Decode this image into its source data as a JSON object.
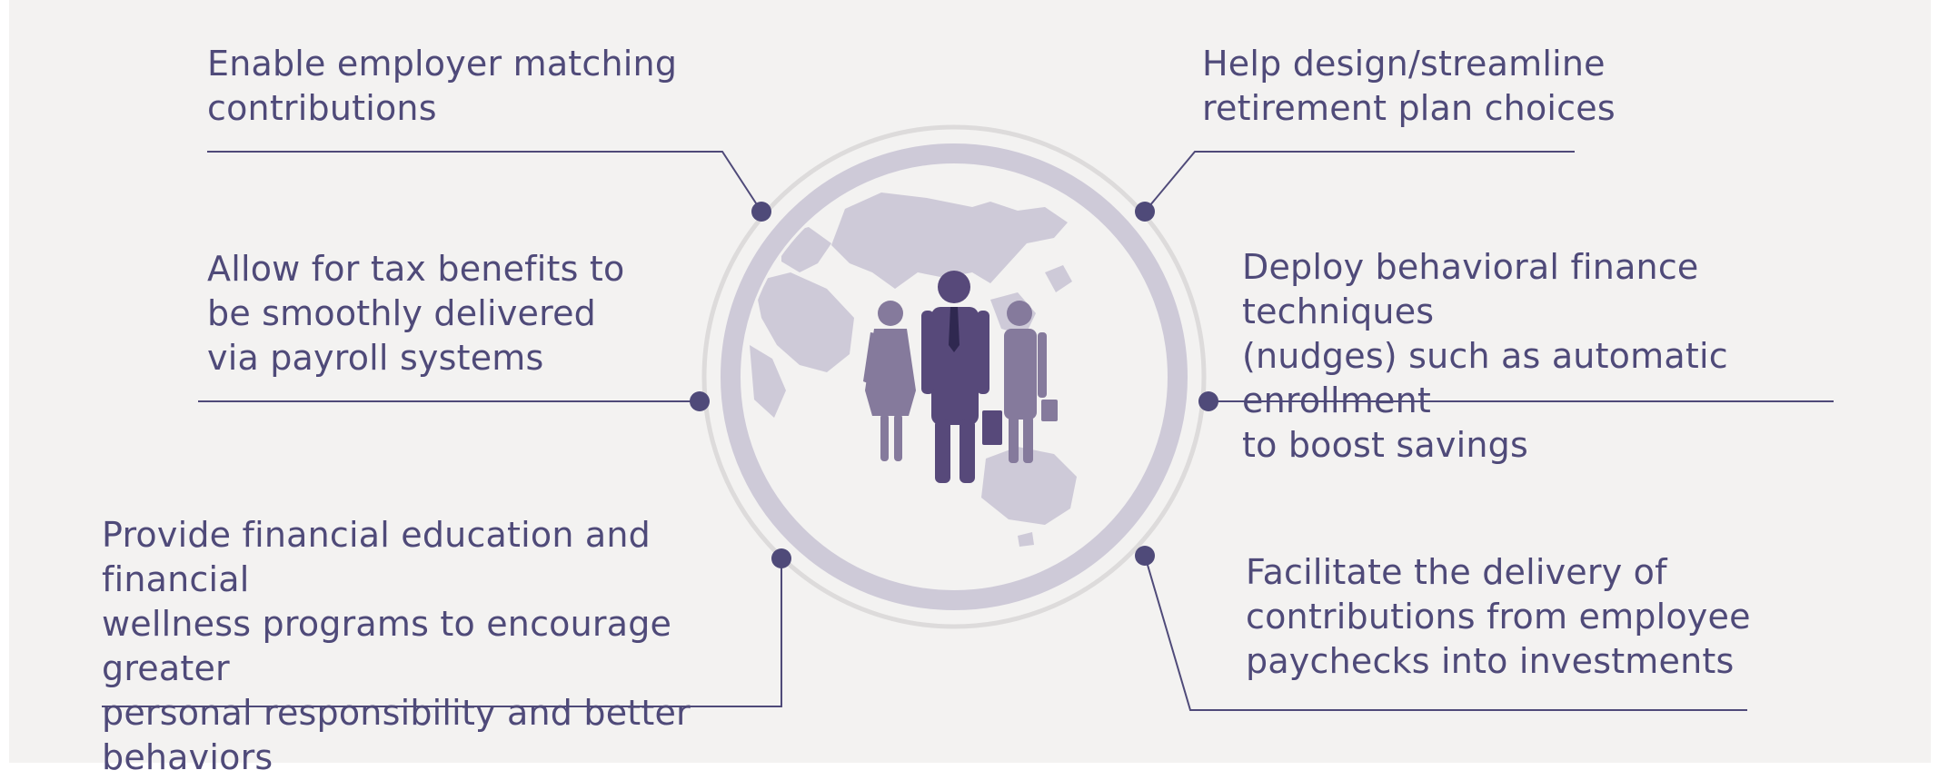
{
  "colors": {
    "background": "#f3f2f1",
    "accent": "#4f4a79",
    "figure_dark": "#57497a",
    "figure_light": "#857a9c",
    "map": "#cecad8",
    "ring": "#cecad8",
    "outer_ring": "#dddbdb"
  },
  "icons": [
    "globe-map-icon",
    "businesswoman-icon",
    "businessman-icon",
    "businessman-briefcase-icon"
  ],
  "callouts": {
    "top_left": "Enable employer matching\ncontributions",
    "middle_left": "Allow for tax benefits to\nbe smoothly delivered\nvia payroll systems",
    "bottom_left": "Provide financial education and financial\nwellness programs to encourage greater\npersonal responsibility and better\nbehaviors",
    "top_right": "Help design/streamline\nretirement plan choices",
    "middle_right": "Deploy behavioral finance techniques\n(nudges) such as automatic enrollment\nto boost savings",
    "bottom_right": "Facilitate the delivery of\ncontributions from employee\npaychecks into investments"
  }
}
